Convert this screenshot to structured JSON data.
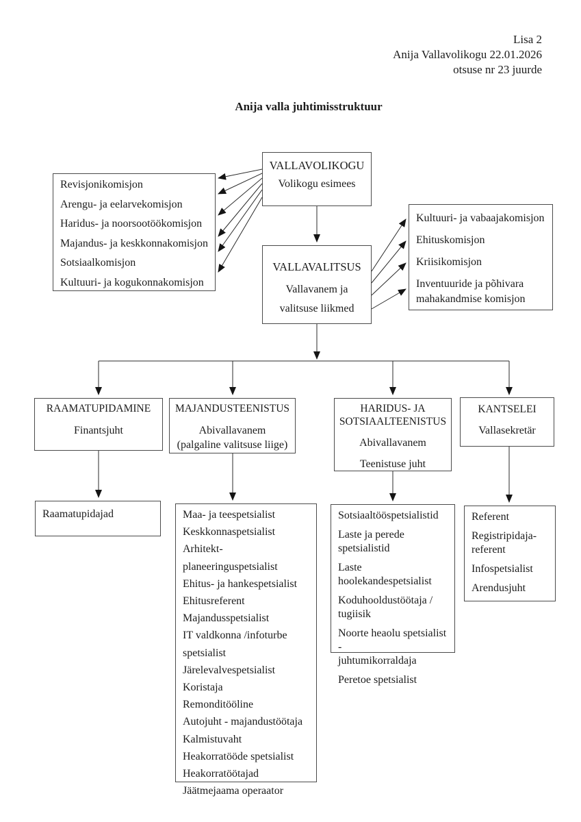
{
  "page": {
    "annotation_lines": [
      "Lisa 2",
      "Anija Vallavolikogu 22.01.2026",
      "otsuse nr 23 juurde"
    ],
    "title": "Anija valla juhtimisstruktuur"
  },
  "volikogu": {
    "name": "VALLAVOLIKOGU",
    "head": "Volikogu esimees",
    "committees": [
      "Revisjonikomisjon",
      "Arengu- ja eelarvekomisjon",
      "Haridus- ja noorsootöökomisjon",
      "Majandus- ja keskkonnakomisjon",
      "Sotsiaalkomisjon",
      "Kultuuri- ja kogukonnakomisjon"
    ]
  },
  "valitsus": {
    "name": "VALLAVALITSUS",
    "head": "Vallavanem ja\nvalitsuse liikmed",
    "committees": [
      "Kultuuri- ja vabaajakomisjon",
      "Ehituskomisjon",
      "Kriisikomisjon",
      "Inventuuride ja põhivara\nmahakandmise komisjon"
    ]
  },
  "departments": [
    {
      "name": "RAAMATUPIDAMINE",
      "heads": [
        "Finantsjuht"
      ],
      "staff": [
        "Raamatupidajad"
      ]
    },
    {
      "name": "MAJANDUSTEENISTUS",
      "heads": [
        "Abivallavanem",
        "(palgaline valitsuse liige)"
      ],
      "staff": [
        "Maa- ja teespetsialist",
        "Keskkonnaspetsialist",
        "Arhitekt-planeeringuspetsialist",
        "Ehitus- ja hankespetsialist",
        "Ehitusreferent",
        "Majandusspetsialist",
        "IT valdkonna /infoturbe\nspetsialist",
        "Järelevalvespetsialist",
        "Koristaja",
        "Remonditööline",
        "Autojuht - majandustöötaja",
        "Kalmistuvaht",
        "Heakorratööde spetsialist",
        "Heakorratöötajad",
        "Jäätmejaama operaator"
      ]
    },
    {
      "name": "HARIDUS- JA SOTSIAALTEENISTUS",
      "heads": [
        "Abivallavanem",
        "Teenistuse juht"
      ],
      "staff": [
        "Sotsiaaltööspetsialistid",
        "Laste ja perede spetsialistid",
        "Laste hoolekandespetsialist",
        "Koduhooldustöötaja /\ntugiisik",
        "Noorte heaolu spetsialist -\njuhtumikorraldaja",
        "Peretoe spetsialist"
      ]
    },
    {
      "name": "KANTSELEI",
      "heads": [
        "Vallasekretär"
      ],
      "staff": [
        "Referent",
        "Registripidaja-\nreferent",
        "Infospetsialist",
        "Arendusjuht"
      ]
    }
  ]
}
